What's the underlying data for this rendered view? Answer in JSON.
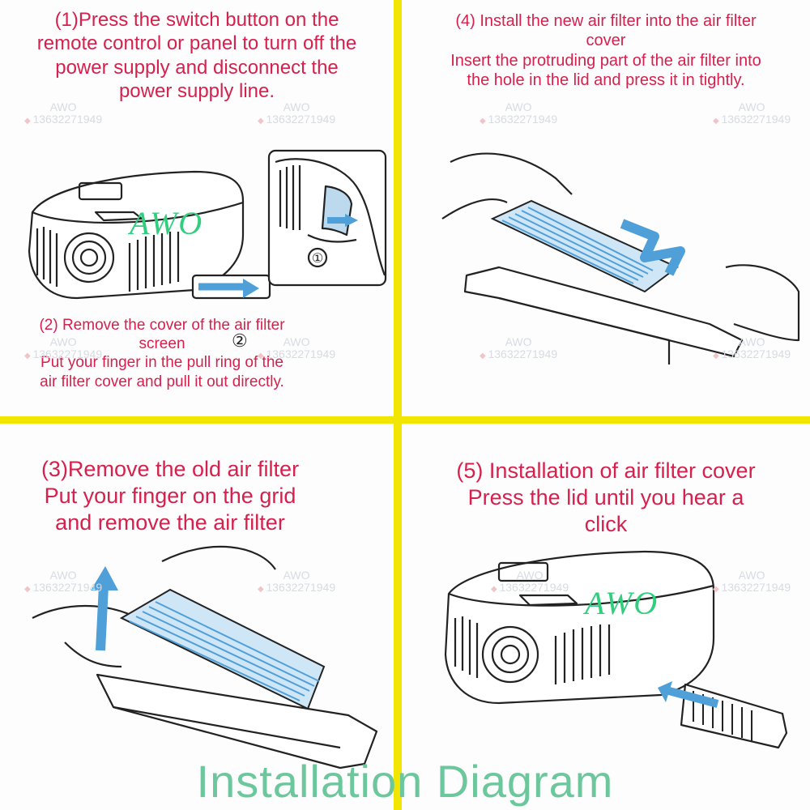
{
  "steps": {
    "step1": {
      "lines": [
        "(1)Press the switch button on the",
        "remote control or panel to turn off the",
        "power supply and disconnect the",
        "power supply line."
      ]
    },
    "step2": {
      "lines": [
        "(2) Remove the cover of the air filter",
        "screen",
        "Put your finger in the pull ring of the",
        "air filter cover and pull it out directly."
      ]
    },
    "step3": {
      "lines": [
        "(3)Remove the old air filter",
        "Put your finger on the grid",
        "and remove the air filter"
      ]
    },
    "step4": {
      "lines": [
        "(4) Install the new air filter into the air filter",
        "cover",
        "Insert the protruding part of the air filter into",
        "the hole in the lid and press it in tightly."
      ]
    },
    "step5": {
      "lines": [
        "(5) Installation of air filter cover",
        "Press the lid until you hear a",
        "click"
      ]
    }
  },
  "callouts": {
    "one": "①",
    "two": "②"
  },
  "watermark": {
    "brand": "AWO",
    "phone": "13632271949"
  },
  "brand_mark": "AWO",
  "title": "Installation Diagram",
  "colors": {
    "caption": "#d6204d",
    "divider": "#f2e600",
    "title": "#6cc79d",
    "filter_blue": "#4f9fd8",
    "brand_green": "#2fcf7e"
  }
}
